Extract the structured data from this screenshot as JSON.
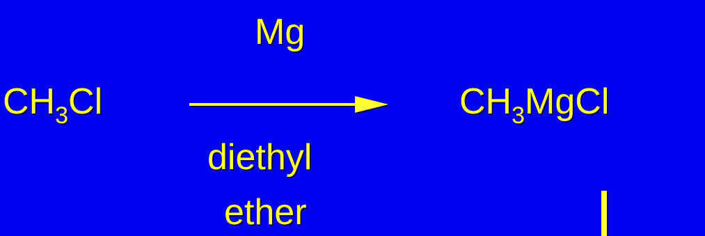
{
  "reaction": {
    "reactant": {
      "prefix": "CH",
      "subscript": "3",
      "suffix": "Cl"
    },
    "reagent": "Mg",
    "solvent_line_1": "diethyl",
    "solvent_line_2": "ether",
    "product": {
      "prefix": "CH",
      "subscript": "3",
      "suffix": "MgCl"
    }
  },
  "colors": {
    "background": "#0000f2",
    "text": "#ffff33",
    "shadow": "#111133"
  }
}
